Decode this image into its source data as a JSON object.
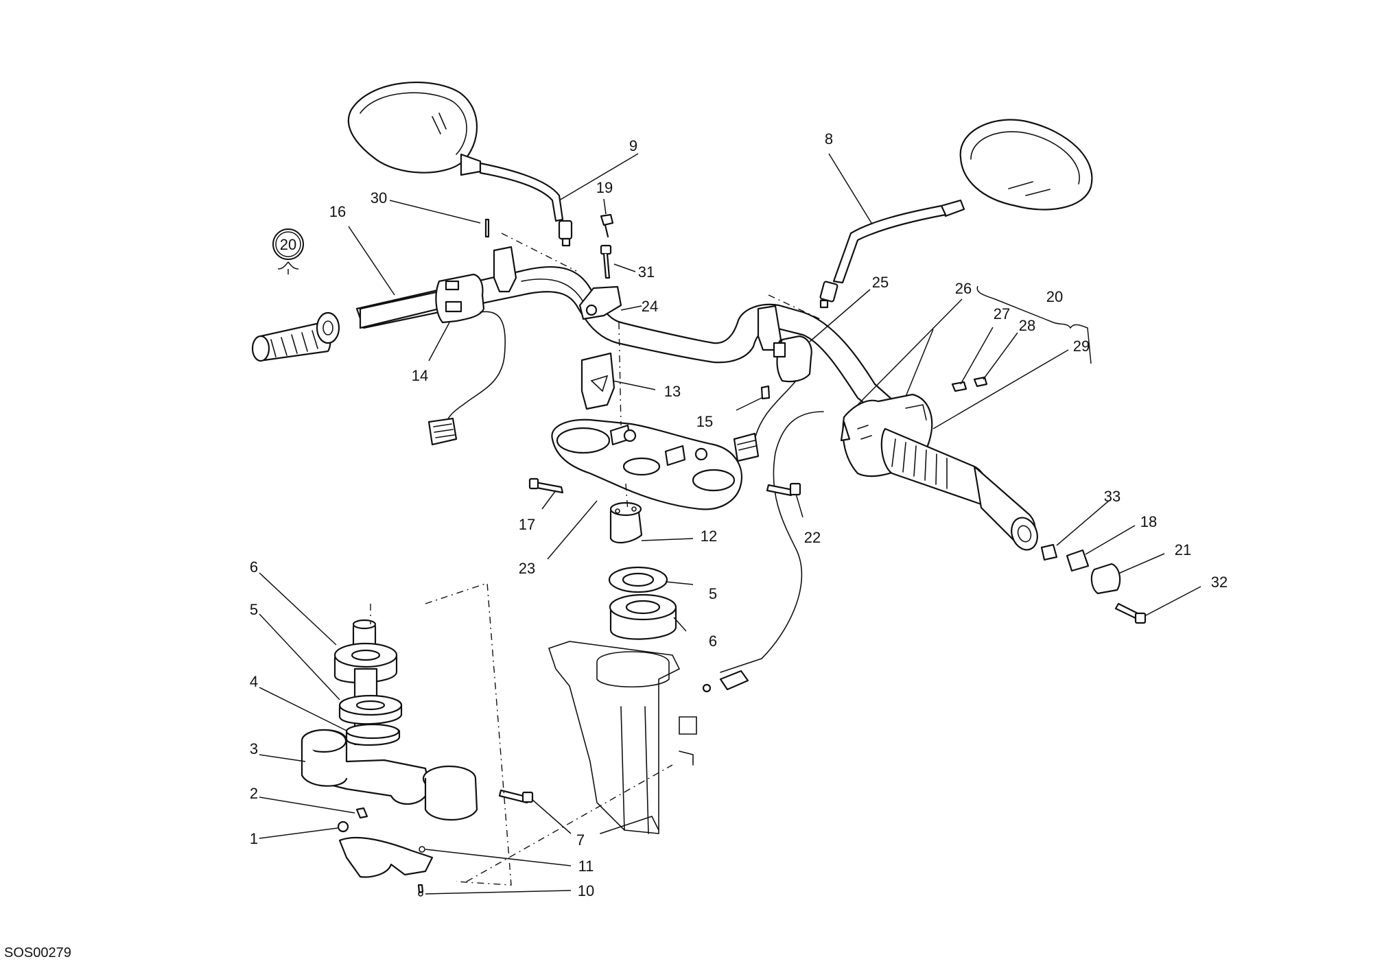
{
  "document_code": "SOS00279",
  "kit_marker": "20",
  "callouts": [
    {
      "id": "c9",
      "label": "9"
    },
    {
      "id": "c8",
      "label": "8"
    },
    {
      "id": "c19",
      "label": "19"
    },
    {
      "id": "c16",
      "label": "16"
    },
    {
      "id": "c30",
      "label": "30"
    },
    {
      "id": "c31",
      "label": "31"
    },
    {
      "id": "c25",
      "label": "25"
    },
    {
      "id": "c26",
      "label": "26"
    },
    {
      "id": "c20",
      "label": "20"
    },
    {
      "id": "c24",
      "label": "24"
    },
    {
      "id": "c27",
      "label": "27"
    },
    {
      "id": "c28",
      "label": "28"
    },
    {
      "id": "c29",
      "label": "29"
    },
    {
      "id": "c14",
      "label": "14"
    },
    {
      "id": "c13",
      "label": "13"
    },
    {
      "id": "c15",
      "label": "15"
    },
    {
      "id": "c17",
      "label": "17"
    },
    {
      "id": "c22",
      "label": "22"
    },
    {
      "id": "c23",
      "label": "23"
    },
    {
      "id": "c12",
      "label": "12"
    },
    {
      "id": "c33",
      "label": "33"
    },
    {
      "id": "c18",
      "label": "18"
    },
    {
      "id": "c21",
      "label": "21"
    },
    {
      "id": "c32",
      "label": "32"
    },
    {
      "id": "c6a",
      "label": "6"
    },
    {
      "id": "c5a",
      "label": "5"
    },
    {
      "id": "c5b",
      "label": "5"
    },
    {
      "id": "c6b",
      "label": "6"
    },
    {
      "id": "c4",
      "label": "4"
    },
    {
      "id": "c3",
      "label": "3"
    },
    {
      "id": "c2",
      "label": "2"
    },
    {
      "id": "c7",
      "label": "7"
    },
    {
      "id": "c1",
      "label": "1"
    },
    {
      "id": "c11",
      "label": "11"
    },
    {
      "id": "c10",
      "label": "10"
    }
  ]
}
